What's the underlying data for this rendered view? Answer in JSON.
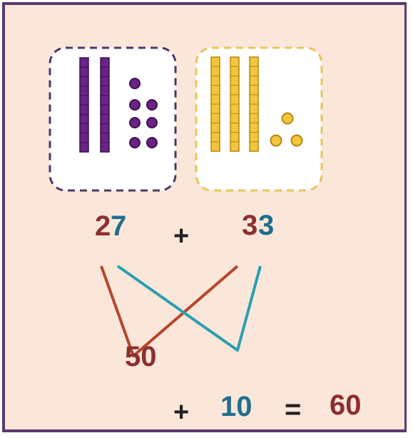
{
  "colors": {
    "background": "#fbe7da",
    "frame": "#5b3a6e",
    "purple": "#6a2487",
    "yellow": "#f2c63c",
    "yellow_border": "#e8c55a",
    "purple_border": "#4a3a66",
    "red": "#b5462b",
    "teal": "#2a9fb0",
    "tens_color": "#8c2f2f",
    "ones_color": "#1f6e8c",
    "operator_color": "#222222"
  },
  "left_card": {
    "tens_rods": 2,
    "ones_units": 7
  },
  "right_card": {
    "tens_rods": 3,
    "ones_units": 3
  },
  "expression": {
    "a_tens": "2",
    "a_ones": "7",
    "plus": "+",
    "b_tens": "3",
    "b_ones": "3"
  },
  "split": {
    "tens_sum": "50",
    "plus": "+",
    "ones_sum": "10",
    "equals": "=",
    "result": "60"
  }
}
